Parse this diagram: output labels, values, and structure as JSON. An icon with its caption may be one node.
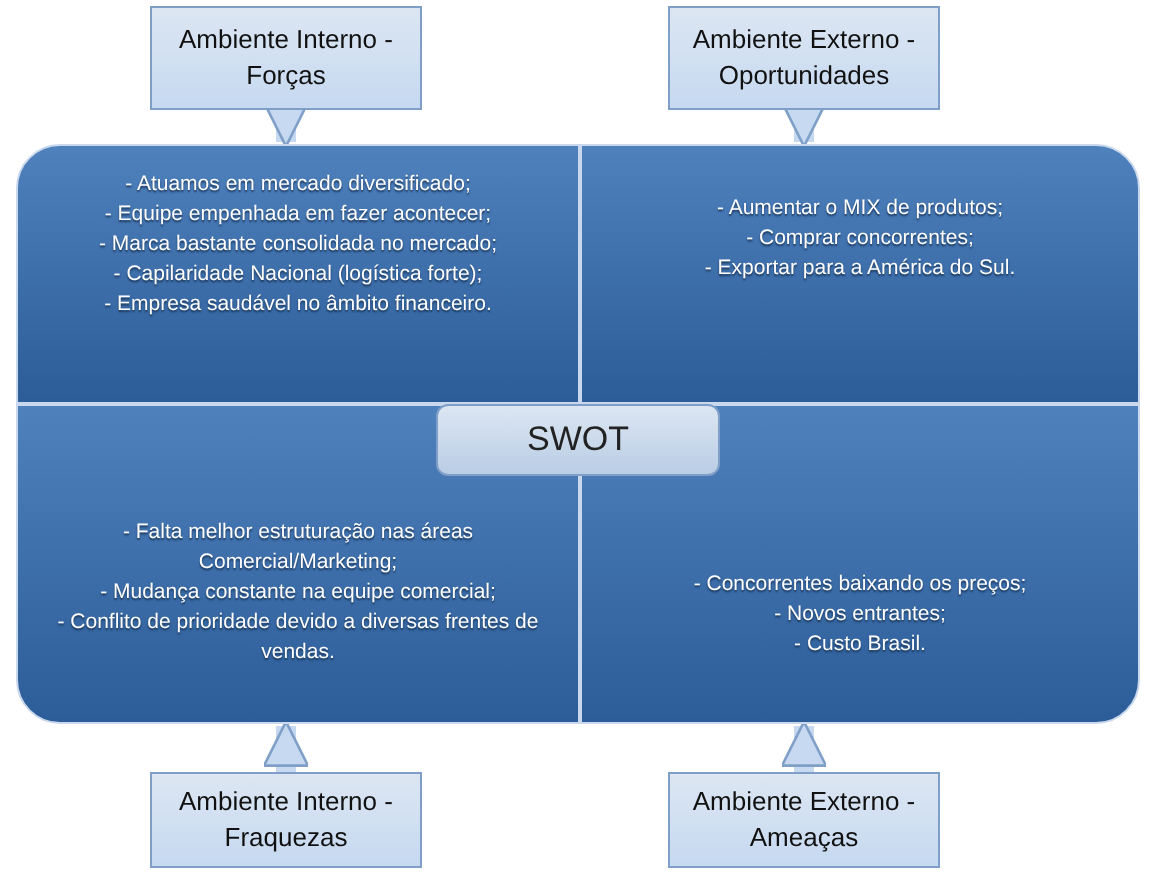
{
  "diagram": {
    "nodes": [
      {
        "text": [
          "Ambiente Interno - Forças"
        ]
      },
      {
        "text": [
          "Ambiente Externo - Oportunidades"
        ]
      },
      {
        "text": [
          "- Atuamos em mercado diversificado;",
          "- Equipe empenhada em fazer acontecer;",
          "- Marca bastante consolidada no mercado;",
          "- Capilaridade Nacional (logística forte);",
          "- Empresa saudável no âmbito financeiro."
        ]
      },
      {
        "text": [
          "- Aumentar o MIX de produtos;",
          "- Comprar concorrentes;",
          "- Exportar para a América do Sul."
        ]
      },
      {
        "text": [
          "- Falta melhor estruturação nas áreas Comercial/Marketing;",
          "- Mudança constante na equipe comercial;",
          "- Conflito de prioridade devido a diversas frentes de vendas."
        ]
      },
      {
        "text": [
          "- Concorrentes baixando os preços;",
          "- Novos entrantes;",
          "- Custo Brasil."
        ]
      },
      {
        "text": [
          "SWOT"
        ]
      },
      {
        "text": [
          "Ambiente Interno - Fraquezas"
        ]
      },
      {
        "text": [
          "Ambiente Externo - Ameaças"
        ]
      }
    ],
    "edges": [
      {
        "from": 0,
        "to": 2,
        "arrow": "to"
      },
      {
        "from": 1,
        "to": 3,
        "arrow": "to"
      },
      {
        "from": 7,
        "to": 4,
        "arrow": "to"
      },
      {
        "from": 8,
        "to": 5,
        "arrow": "to"
      }
    ]
  }
}
